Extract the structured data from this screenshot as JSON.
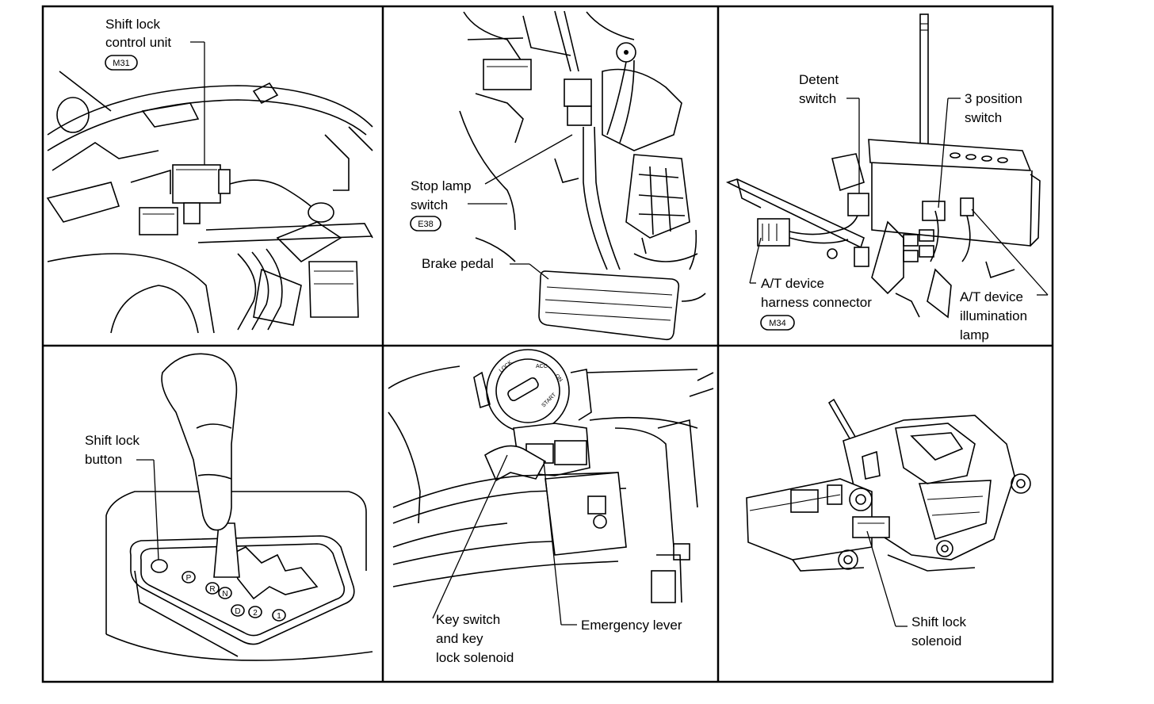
{
  "panels": {
    "p1": {
      "label_lines": [
        "Shift lock",
        "control unit"
      ],
      "connector": "M31"
    },
    "p2": {
      "switch_lines": [
        "Stop lamp",
        "switch"
      ],
      "connector": "E38",
      "pedal_label": "Brake pedal"
    },
    "p3": {
      "detent_lines": [
        "Detent",
        "switch"
      ],
      "position_lines": [
        "3 position",
        "switch"
      ],
      "harness_lines": [
        "A/T device",
        "harness connector"
      ],
      "harness_connector": "M34",
      "lamp_lines": [
        "A/T device",
        "illumination",
        "lamp"
      ]
    },
    "p4": {
      "button_lines": [
        "Shift lock",
        "button"
      ],
      "gates": [
        "P",
        "R",
        "N",
        "D",
        "2",
        "1"
      ]
    },
    "p5": {
      "key_lines": [
        "Key switch",
        "and key",
        "lock solenoid"
      ],
      "lever_label": "Emergency lever",
      "cylinder_marks": [
        "LOCK",
        "ACC",
        "ON",
        "START"
      ]
    },
    "p6": {
      "solenoid_lines": [
        "Shift lock",
        "solenoid"
      ]
    }
  }
}
